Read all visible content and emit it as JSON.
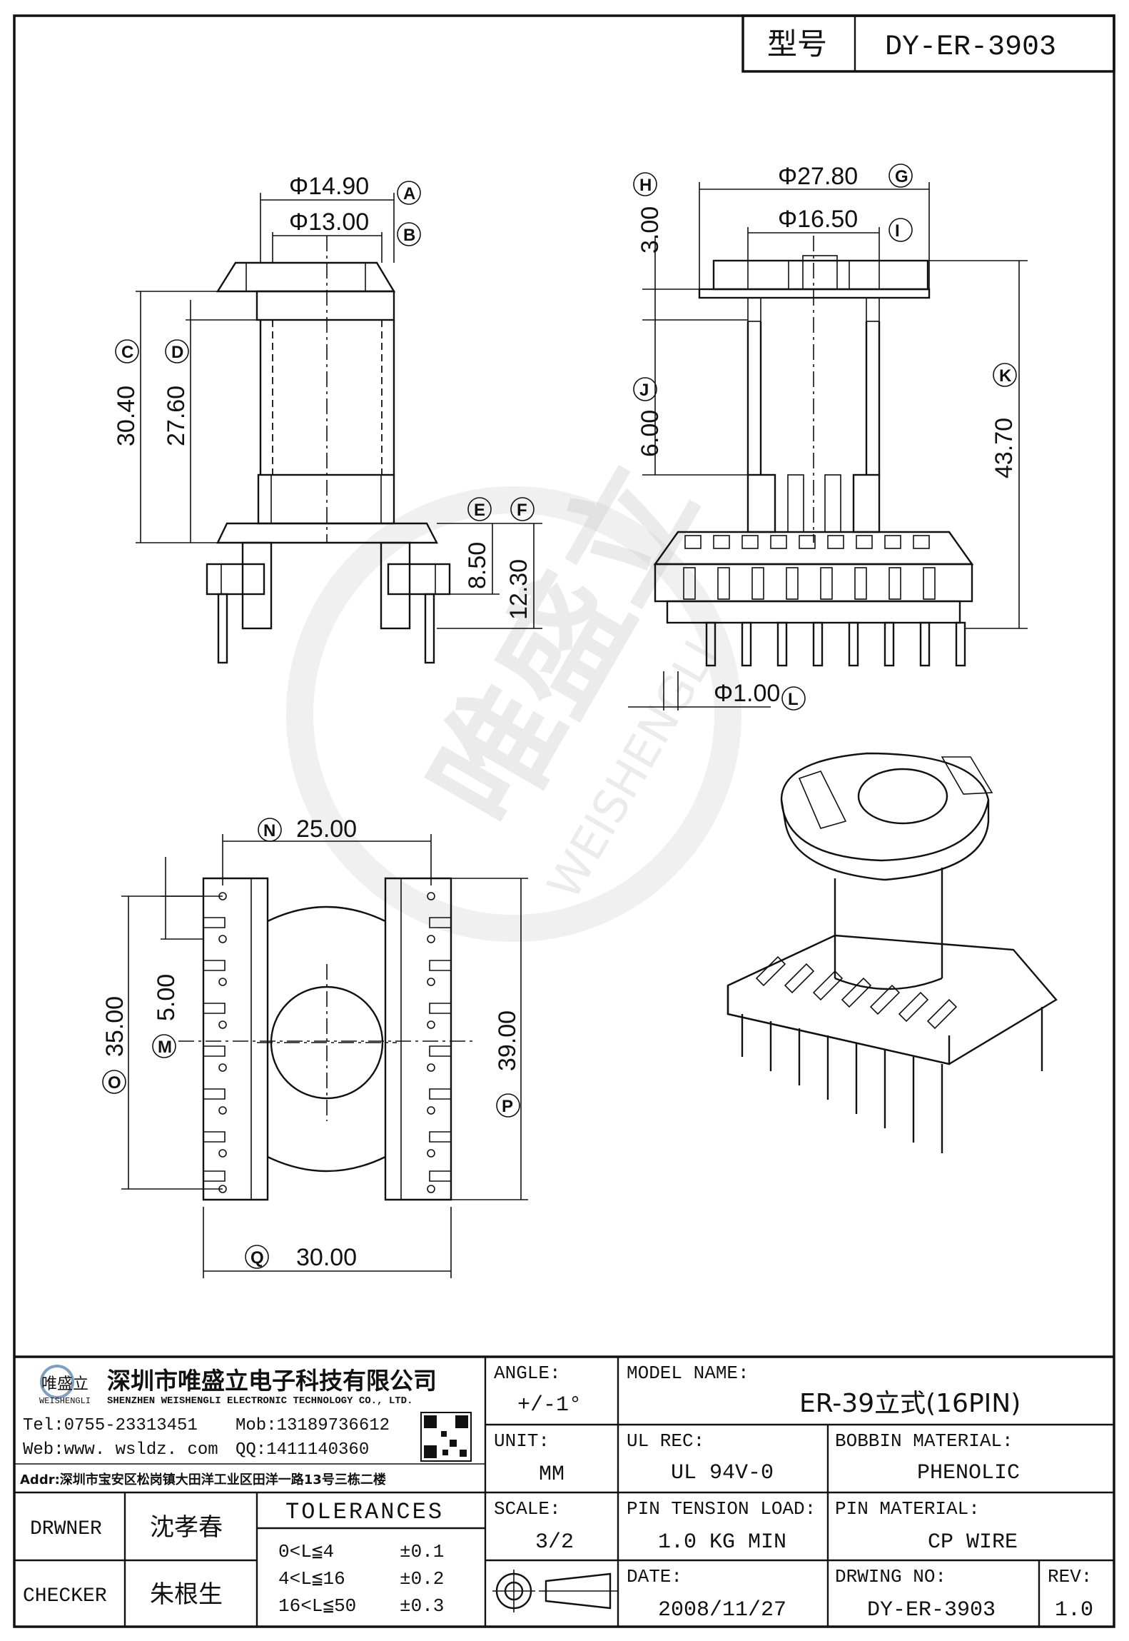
{
  "title_block": {
    "model_label": "型号",
    "model_value": "DY-ER-3903",
    "company_cn": "深圳市唯盛立电子科技有限公司",
    "company_en": "SHENZHEN WEISHENGLI ELECTRONIC TECHNOLOGY CO., LTD.",
    "logo_text": "唯盛立",
    "logo_sub": "WEISHENGLI",
    "tel": "Tel:0755-23313451",
    "mob": "Mob:13189736612",
    "web": "Web:www. wsldz. com",
    "qq": "QQ:1411140360",
    "addr": "Addr:深圳市宝安区松岗镇大田洋工业区田洋一路13号三栋二楼",
    "drawer_label": "DRWNER",
    "drawer_value": "沈孝春",
    "checker_label": "CHECKER",
    "checker_value": "朱根生",
    "tolerances_label": "TOLERANCES",
    "tol_rows": [
      {
        "range": "0<L≦4",
        "value": "±0.1"
      },
      {
        "range": "4<L≦16",
        "value": "±0.2"
      },
      {
        "range": "16<L≦50",
        "value": "±0.3"
      }
    ],
    "angle_label": "ANGLE:",
    "angle_value": "+/-1°",
    "unit_label": "UNIT:",
    "unit_value": "MM",
    "scale_label": "SCALE:",
    "scale_value": "3/2",
    "model_name_label": "MODEL NAME:",
    "model_name_value": "ER-39立式(16PIN)",
    "ul_label": "UL REC:",
    "ul_value": "UL 94V-0",
    "bobbin_label": "BOBBIN MATERIAL:",
    "bobbin_value": "PHENOLIC",
    "pin_tension_label": "PIN TENSION LOAD:",
    "pin_tension_value": "1.0 KG MIN",
    "pin_material_label": "PIN MATERIAL:",
    "pin_material_value": "CP WIRE",
    "date_label": "DATE:",
    "date_value": "2008/11/27",
    "drawing_no_label": "DRWING NO:",
    "drawing_no_value": "DY-ER-3903",
    "rev_label": "REV:",
    "rev_value": "1.0"
  },
  "dimensions": {
    "A": "Φ14.90",
    "B": "Φ13.00",
    "C": "30.40",
    "D": "27.60",
    "E": "8.50",
    "F": "12.30",
    "G": "Φ27.80",
    "H": "3.00",
    "I": "Φ16.50",
    "J": "43.70",
    "K": "6.00",
    "L": "Φ1.00",
    "M": "5.00",
    "N": "25.00",
    "O": "35.00",
    "P": "39.00",
    "Q": "30.00"
  },
  "labels": [
    "A",
    "B",
    "C",
    "D",
    "E",
    "F",
    "G",
    "H",
    "I",
    "J",
    "K",
    "L",
    "M",
    "N",
    "O",
    "P",
    "Q"
  ],
  "watermark": {
    "cn": "唯盛立",
    "en": "WEISHENGLI"
  }
}
